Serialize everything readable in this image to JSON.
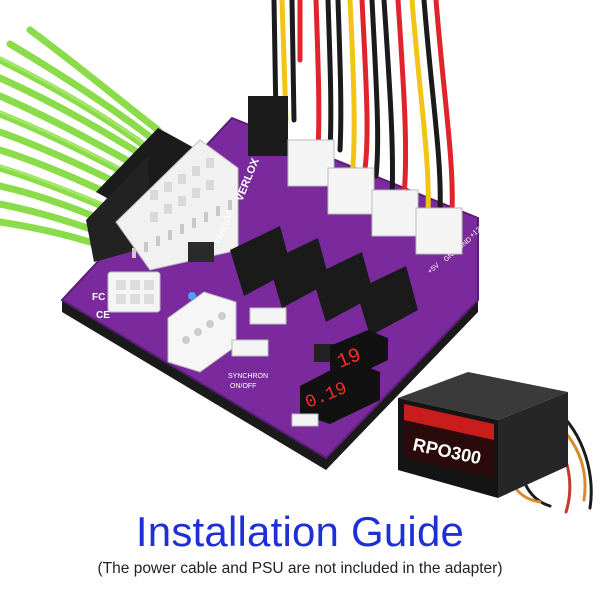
{
  "caption": {
    "title": "Installation Guide",
    "subtitle": "(The power cable and PSU are not included in the adapter)"
  },
  "board": {
    "brand": "VERLOX",
    "fan_label": "FAN(12V)",
    "sync_label": "SYNCHRON",
    "onoff_label": "ON/OFF",
    "display": "0.19",
    "pin_labels": [
      "+5V",
      "GND",
      "GND",
      "+12V"
    ],
    "mark_fc": "FC",
    "mark_ce": "CE"
  },
  "psu": {
    "model": "RPO300"
  },
  "colors": {
    "pcb": "#7a2a9c",
    "pcb_edge": "#5a1d74",
    "cable_green": "#8bdc4a",
    "wire_red": "#e0242b",
    "wire_yellow": "#f2c414",
    "wire_black": "#1b1b1b",
    "title_blue": "#1f2fd6",
    "psu_red": "#e52020"
  }
}
